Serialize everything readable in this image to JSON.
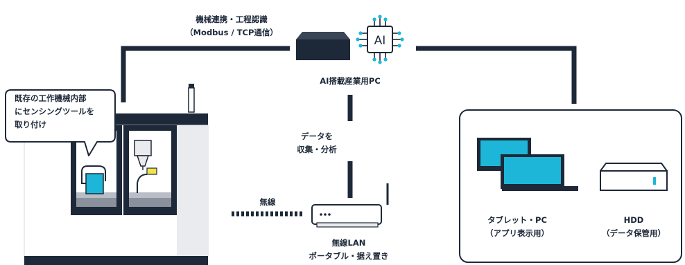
{
  "labels": {
    "machine_link_line1": "機械連携・工程認識",
    "machine_link_line2": "（Modbus / TCP通信）",
    "ai_pc": "AI搭載産業用PC",
    "ai_chip_text": "AI",
    "data_collect_line1": "データを",
    "data_collect_line2": "収集・分析",
    "wireless": "無線",
    "lan_line1": "無線LAN",
    "lan_line2": "ポータブル・据え置き",
    "tablet_line1": "タブレット・PC",
    "tablet_line2": "（アプリ表示用）",
    "hdd_line1": "HDD",
    "hdd_line2": "（データ保管用）",
    "callout_line1": "既存の工作機械内部",
    "callout_line2": "にセンシングツールを",
    "callout_line3": "取り付け"
  },
  "colors": {
    "dark": "#1d2838",
    "cyan": "#1eb6d8",
    "light_gray": "#e9ebee",
    "mid_gray": "#b9bec6",
    "yellow": "#efe24a",
    "line": "#1d2838"
  },
  "icons": {
    "ai_chip": "ai-chip-icon",
    "industrial_pc": "industrial-pc-icon",
    "router": "wireless-router-icon",
    "monitor": "monitor-icon",
    "hdd": "hdd-icon",
    "machine": "machine-tool-icon"
  }
}
